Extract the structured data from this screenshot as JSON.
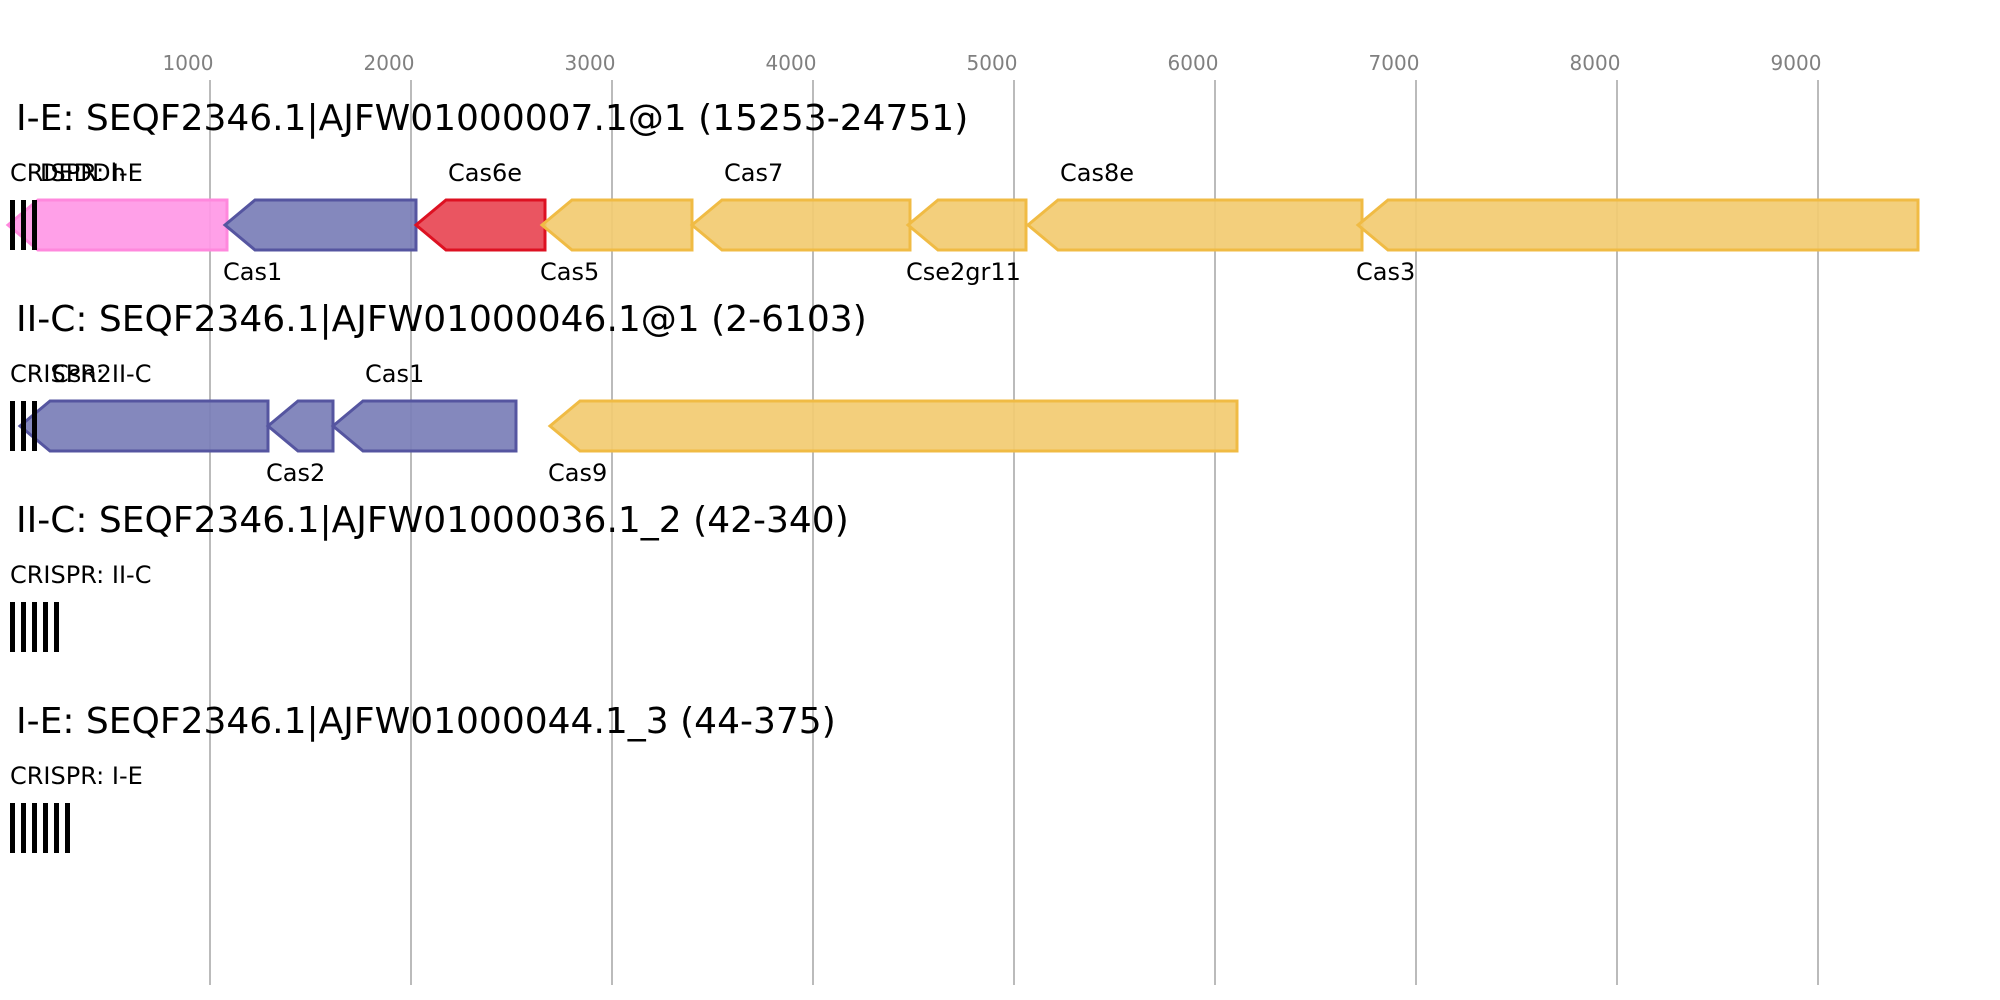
{
  "axis": {
    "ticks": [
      "1000",
      "2000",
      "3000",
      "4000",
      "5000",
      "6000",
      "7000",
      "8000",
      "9000"
    ]
  },
  "colors": {
    "pink": "#ff99e6",
    "pink_stroke": "#ff88dd",
    "blue": "#7b7fb8",
    "blue_stroke": "#5555a0",
    "red": "#e84855",
    "red_stroke": "#dd1122",
    "yellow": "#f2cb72",
    "yellow_stroke": "#f0bb44",
    "grid": "#bbbbbb",
    "crispr": "#000000"
  },
  "tracks": [
    {
      "title": "I-E: SEQF2346.1|AJFW01000007.1@1 (15253-24751)",
      "crispr_label": "CRISPR: I-E",
      "crispr_bars": 3,
      "genes": [
        {
          "label": "DEDDh",
          "color": "pink",
          "label_pos": "top"
        },
        {
          "label": "Cas1",
          "color": "blue",
          "label_pos": "bottom"
        },
        {
          "label": "Cas6e",
          "color": "red",
          "label_pos": "top"
        },
        {
          "label": "Cas5",
          "color": "yellow",
          "label_pos": "bottom"
        },
        {
          "label": "Cas7",
          "color": "yellow",
          "label_pos": "top"
        },
        {
          "label": "Cse2gr11",
          "color": "yellow",
          "label_pos": "bottom"
        },
        {
          "label": "Cas8e",
          "color": "yellow",
          "label_pos": "top"
        },
        {
          "label": "Cas3",
          "color": "yellow",
          "label_pos": "bottom"
        }
      ]
    },
    {
      "title": "II-C: SEQF2346.1|AJFW01000046.1@1 (2-6103)",
      "crispr_label": "CRISPR: II-C",
      "crispr_bars": 3,
      "genes": [
        {
          "label": "Csn2",
          "color": "blue",
          "label_pos": "top"
        },
        {
          "label": "Cas2",
          "color": "blue",
          "label_pos": "bottom"
        },
        {
          "label": "Cas1",
          "color": "blue",
          "label_pos": "top"
        },
        {
          "label": "Cas9",
          "color": "yellow",
          "label_pos": "bottom"
        }
      ]
    },
    {
      "title": "II-C: SEQF2346.1|AJFW01000036.1_2 (42-340)",
      "crispr_label": "CRISPR: II-C",
      "crispr_bars": 5,
      "genes": []
    },
    {
      "title": "I-E: SEQF2346.1|AJFW01000044.1_3 (44-375)",
      "crispr_label": "CRISPR: I-E",
      "crispr_bars": 6,
      "genes": []
    }
  ]
}
